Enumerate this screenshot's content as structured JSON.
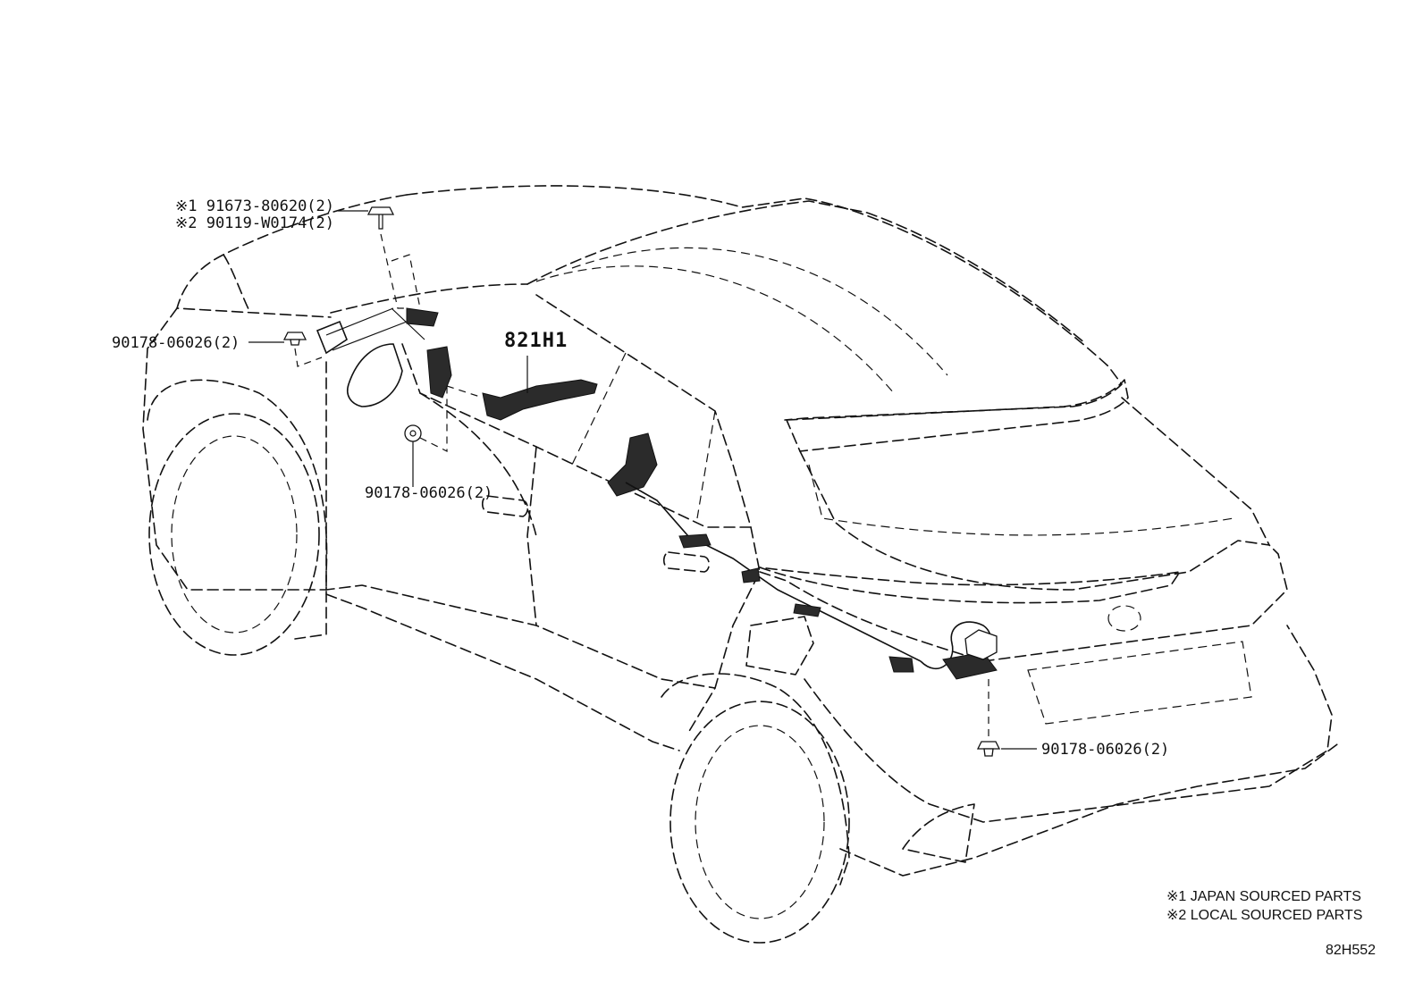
{
  "callouts": {
    "top_bolt_line1": "※1 91673-80620(2)",
    "top_bolt_line2": "※2 90119-W0174(2)",
    "left_clip": "90178-06026(2)",
    "mid_clip": "90178-06026(2)",
    "rear_clip": "90178-06026(2)",
    "harness_part": "821H1"
  },
  "legend": {
    "note1": "※1 JAPAN SOURCED PARTS",
    "note2": "※2 LOCAL SOURCED PARTS"
  },
  "diagram_id": "82H552",
  "colors": {
    "line": "#111111",
    "background": "#ffffff",
    "harness_fill": "#2b2b2b"
  }
}
